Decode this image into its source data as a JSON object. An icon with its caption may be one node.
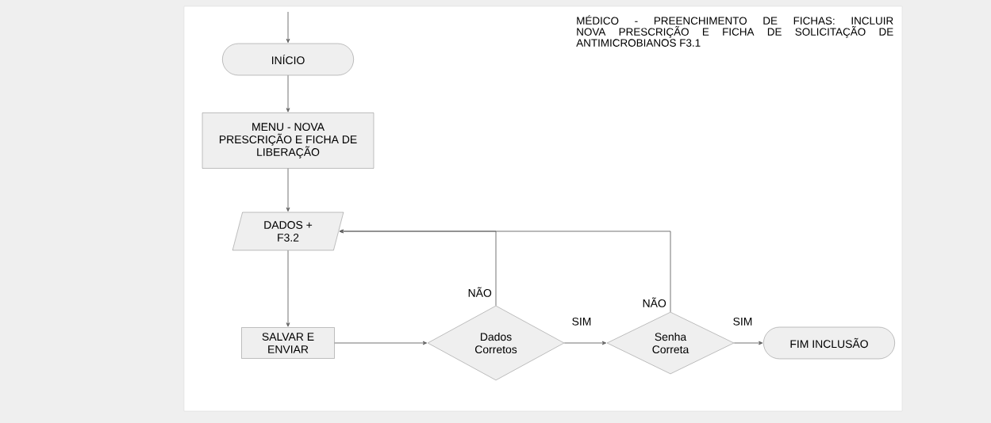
{
  "diagram": {
    "title": "MÉDICO - PREENCHIMENTO DE FICHAS: INCLUIR NOVA PRESCRIÇÃO E FICHA DE SOLICITAÇÃO DE ANTIMICROBIANOS F3.1",
    "nodes": [
      {
        "text": [
          "INÍCIO"
        ]
      },
      {
        "text": [
          "MENU - NOVA PRESCRIÇÃO E FICHA DE LIBERAÇÃO"
        ]
      },
      {
        "text": [
          "DADOS + F3.2"
        ]
      },
      {
        "text": [
          "SALVAR E ENVIAR"
        ]
      },
      {
        "text": [
          "Dados Corretos"
        ]
      },
      {
        "text": [
          "Senha Correta"
        ]
      },
      {
        "text": [
          "FIM INCLUSÃO"
        ]
      }
    ],
    "edges": [
      {
        "from": null,
        "to": 0,
        "arrow": "to"
      },
      {
        "from": 0,
        "to": 1,
        "arrow": "to"
      },
      {
        "from": 1,
        "to": 2,
        "arrow": "to"
      },
      {
        "from": 2,
        "to": 3,
        "arrow": "to"
      },
      {
        "from": 3,
        "to": 4,
        "arrow": "to"
      },
      {
        "from": 4,
        "to": 5,
        "arrow": "to",
        "label": "SIM"
      },
      {
        "from": 5,
        "to": 6,
        "arrow": "to",
        "label": "SIM"
      },
      {
        "from": 4,
        "to": 2,
        "arrow": "to",
        "label": "NÃO"
      },
      {
        "from": 5,
        "to": 2,
        "arrow": "to",
        "label": "NÃO"
      }
    ]
  }
}
